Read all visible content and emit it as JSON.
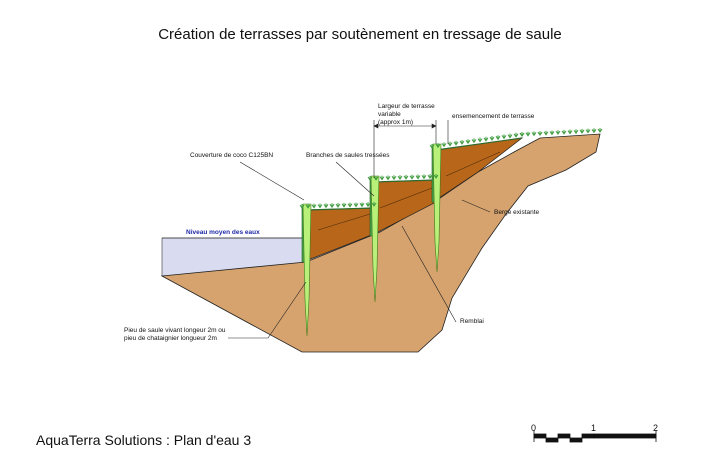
{
  "title": "Création de terrasses par soutènement en tressage de saule",
  "labels": {
    "terrace_width_line1": "Largeur de terrasse",
    "terrace_width_line2": "variable",
    "terrace_width_line3": "(approx 1m)",
    "seeding": "ensemencement de terrasse",
    "coco_cover": "Couverture de coco C125BN",
    "willow_branches": "Branches de saules tressées",
    "existing_bank": "Berge existante",
    "water_level": "Niveau moyen des eaux",
    "backfill": "Remblai",
    "stake_line1": "Pieu de saule vivant longeur 2m ou",
    "stake_line2": "pieu de chataignier longueur 2m"
  },
  "scale": {
    "ticks": [
      "0",
      "1",
      "2"
    ]
  },
  "footer": "AquaTerra Solutions : Plan d'eau 3",
  "colors": {
    "water": "#d9dcf0",
    "soil": "#d6a36e",
    "fill": "#b8661a",
    "stake": "#b8f07a",
    "grass": "#3e9b3e"
  }
}
